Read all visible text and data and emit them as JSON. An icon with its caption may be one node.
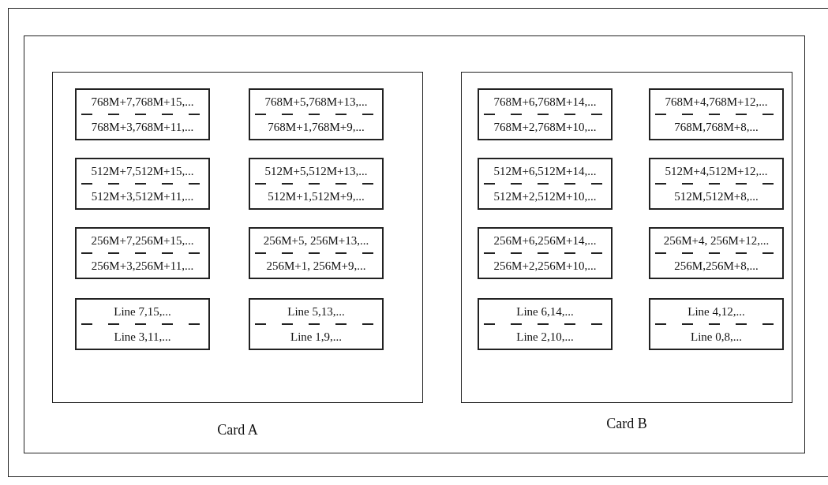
{
  "diagram": {
    "nodes": [
      {
        "text": [],
        "shape": "box"
      },
      {
        "text": [
          "Card A"
        ],
        "in": 0
      },
      {
        "text": [
          "768M+7,768M+15,...",
          "768M+3,768M+11,..."
        ],
        "in": 1
      },
      {
        "text": [
          "768M+5,768M+13,...",
          "768M+1,768M+9,..."
        ],
        "in": 1
      },
      {
        "text": [
          "512M+7,512M+15,...",
          "512M+3,512M+11,..."
        ],
        "in": 1
      },
      {
        "text": [
          "512M+5,512M+13,...",
          "512M+1,512M+9,..."
        ],
        "in": 1
      },
      {
        "text": [
          "256M+7,256M+15,...",
          "256M+3,256M+11,..."
        ],
        "in": 1
      },
      {
        "text": [
          "256M+5, 256M+13,...",
          "256M+1, 256M+9,..."
        ],
        "in": 1
      },
      {
        "text": [
          "Line 7,15,...",
          "Line 3,11,..."
        ],
        "in": 1
      },
      {
        "text": [
          "Line 5,13,...",
          "Line 1,9,..."
        ],
        "in": 1
      },
      {
        "text": [
          "Card B"
        ],
        "in": 0
      },
      {
        "text": [
          "768M+6,768M+14,...",
          "768M+2,768M+10,..."
        ],
        "in": 10
      },
      {
        "text": [
          "768M+4,768M+12,...",
          "768M,768M+8,..."
        ],
        "in": 10
      },
      {
        "text": [
          "512M+6,512M+14,...",
          "512M+2,512M+10,..."
        ],
        "in": 10
      },
      {
        "text": [
          "512M+4,512M+12,...",
          "512M,512M+8,..."
        ],
        "in": 10
      },
      {
        "text": [
          "256M+6,256M+14,...",
          "256M+2,256M+10,..."
        ],
        "in": 10
      },
      {
        "text": [
          "256M+4, 256M+12,...",
          "256M,256M+8,..."
        ],
        "in": 10
      },
      {
        "text": [
          "Line 6,14,...",
          "Line 2,10,..."
        ],
        "in": 10
      },
      {
        "text": [
          "Line 4,12,...",
          "Line 0,8,..."
        ],
        "in": 10
      }
    ]
  }
}
